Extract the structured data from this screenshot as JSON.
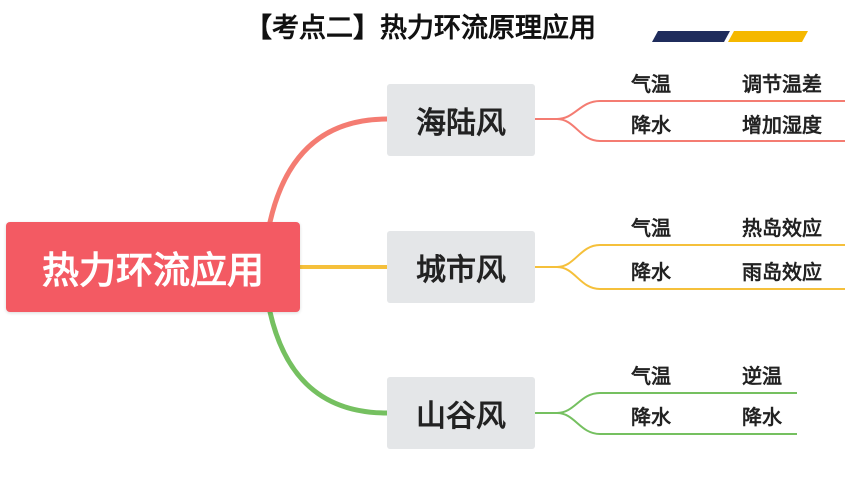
{
  "title": "【考点二】热力环流原理应用",
  "root": {
    "label": "热力环流应用",
    "color": "#f35a63"
  },
  "branches": [
    {
      "label": "海陆风",
      "color": "#f47c72",
      "rows": [
        {
          "factor": "气温",
          "effect": "调节温差"
        },
        {
          "factor": "降水",
          "effect": "增加湿度"
        }
      ]
    },
    {
      "label": "城市风",
      "color": "#f5c03b",
      "rows": [
        {
          "factor": "气温",
          "effect": "热岛效应"
        },
        {
          "factor": "降水",
          "effect": "雨岛效应"
        }
      ]
    },
    {
      "label": "山谷风",
      "color": "#75c060",
      "rows": [
        {
          "factor": "气温",
          "effect": "逆温"
        },
        {
          "factor": "降水",
          "effect": "降水"
        }
      ]
    }
  ],
  "decor": {
    "bar_left_color": "#1f2c5c",
    "bar_right_color": "#f5b800"
  }
}
